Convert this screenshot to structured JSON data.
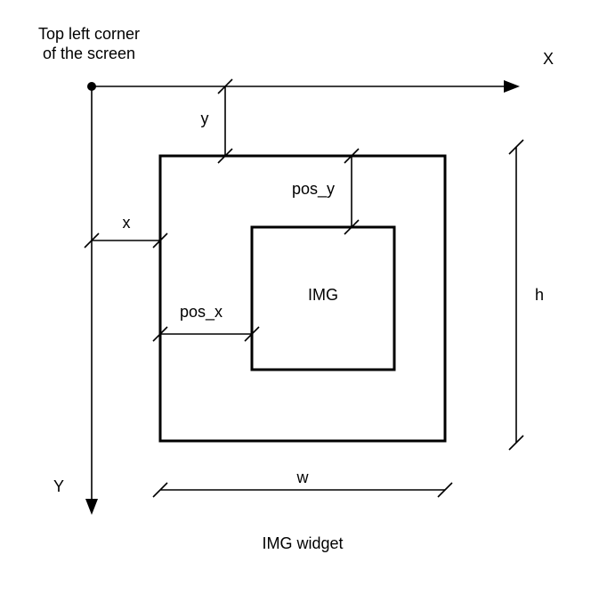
{
  "diagram": {
    "caption": "IMG widget",
    "origin": {
      "label_line1": "Top left corner",
      "label_line2": "of the screen"
    },
    "axes": {
      "x_label": "X",
      "y_label": "Y"
    },
    "dimensions": {
      "y": "y",
      "x": "x",
      "pos_y": "pos_y",
      "pos_x": "pos_x",
      "h": "h",
      "w": "w"
    },
    "widget": {
      "inner_label": "IMG"
    },
    "colors": {
      "line": "#000000",
      "background": "#ffffff"
    }
  }
}
